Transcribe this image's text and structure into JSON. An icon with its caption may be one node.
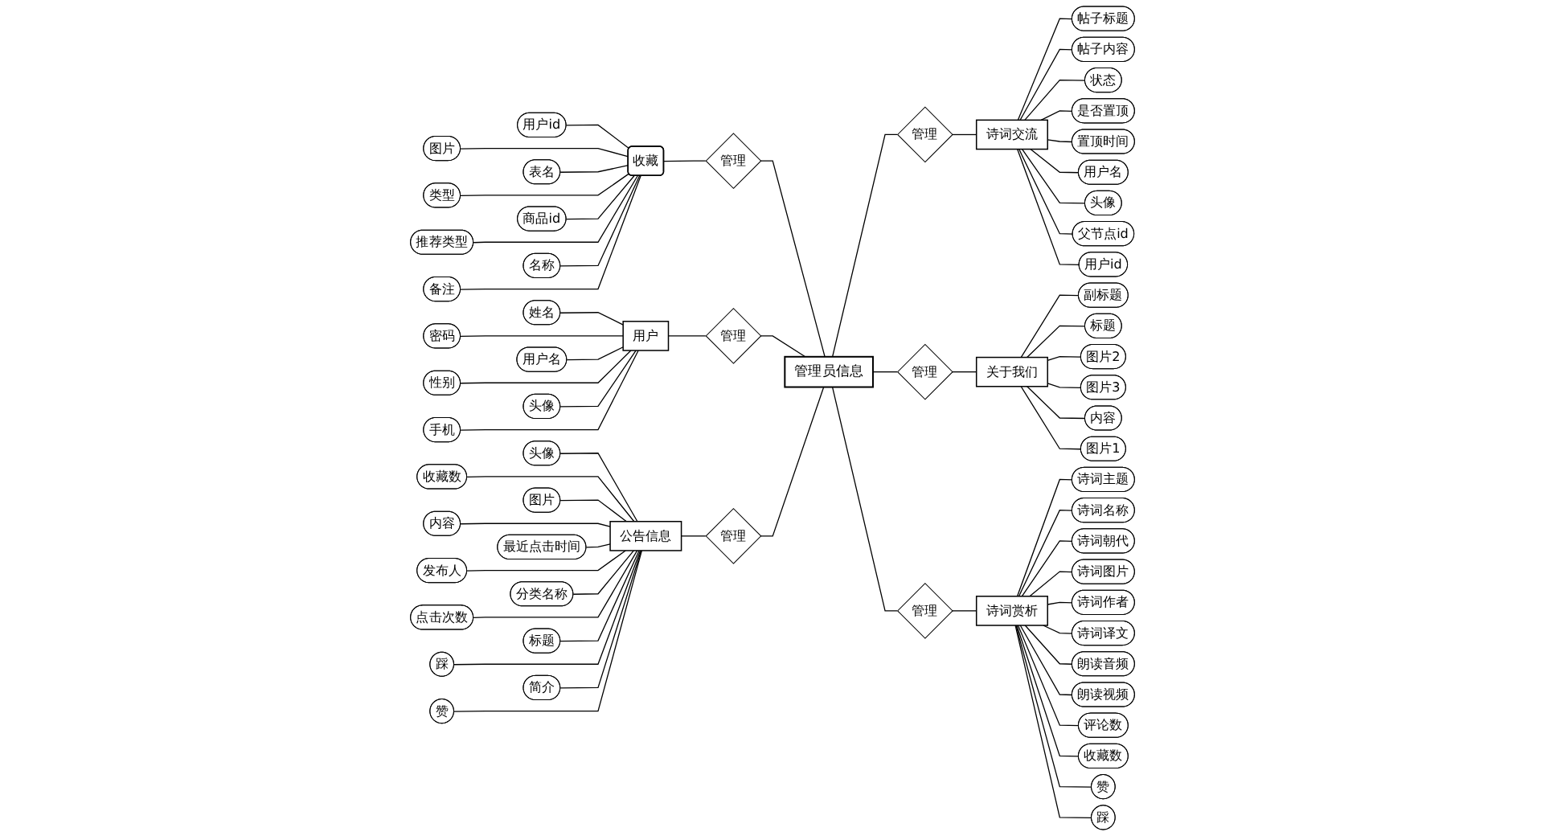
{
  "diagram": {
    "nodes": [
      {
        "text": [
          "收藏"
        ]
      },
      {
        "text": [
          "用户id"
        ]
      },
      {
        "text": [
          "图片"
        ]
      },
      {
        "text": [
          "表名"
        ]
      },
      {
        "text": [
          "类型"
        ]
      },
      {
        "text": [
          "商品id"
        ]
      },
      {
        "text": [
          "推荐类型"
        ]
      },
      {
        "text": [
          "名称"
        ]
      },
      {
        "text": [
          "备注"
        ]
      },
      {
        "text": [
          "诗词交流"
        ]
      },
      {
        "text": [
          "帖子标题"
        ]
      },
      {
        "text": [
          "帖子内容"
        ]
      },
      {
        "text": [
          "状态"
        ]
      },
      {
        "text": [
          "是否置顶"
        ]
      },
      {
        "text": [
          "置顶时间"
        ]
      },
      {
        "text": [
          "用户名"
        ]
      },
      {
        "text": [
          "头像"
        ]
      },
      {
        "text": [
          "父节点id"
        ]
      },
      {
        "text": [
          "用户id"
        ]
      },
      {
        "text": [
          "用户"
        ]
      },
      {
        "text": [
          "姓名"
        ]
      },
      {
        "text": [
          "密码"
        ]
      },
      {
        "text": [
          "用户名"
        ]
      },
      {
        "text": [
          "性别"
        ]
      },
      {
        "text": [
          "头像"
        ]
      },
      {
        "text": [
          "手机"
        ]
      },
      {
        "text": [
          "管理"
        ]
      },
      {
        "text": [
          "管理"
        ]
      },
      {
        "text": [
          "管理"
        ]
      },
      {
        "text": [
          "管理员信息"
        ]
      },
      {
        "text": [
          "公告信息"
        ]
      },
      {
        "text": [
          "头像"
        ]
      },
      {
        "text": [
          "收藏数"
        ]
      },
      {
        "text": [
          "图片"
        ]
      },
      {
        "text": [
          "内容"
        ]
      },
      {
        "text": [
          "最近点击时间"
        ]
      },
      {
        "text": [
          "发布人"
        ]
      },
      {
        "text": [
          "分类名称"
        ]
      },
      {
        "text": [
          "点击次数"
        ]
      },
      {
        "text": [
          "标题"
        ]
      },
      {
        "text": [
          "踩"
        ]
      },
      {
        "text": [
          "简介"
        ]
      },
      {
        "text": [
          "赞"
        ]
      },
      {
        "text": [
          "管理"
        ]
      },
      {
        "text": [
          "管理"
        ]
      },
      {
        "text": [
          "关于我们"
        ]
      },
      {
        "text": [
          "副标题"
        ]
      },
      {
        "text": [
          "标题"
        ]
      },
      {
        "text": [
          "图片2"
        ]
      },
      {
        "text": [
          "图片3"
        ]
      },
      {
        "text": [
          "内容"
        ]
      },
      {
        "text": [
          "图片1"
        ]
      },
      {
        "text": [
          "管理"
        ]
      },
      {
        "text": [
          "诗词赏析"
        ]
      },
      {
        "text": [
          "诗词主题"
        ]
      },
      {
        "text": [
          "诗词名称"
        ]
      },
      {
        "text": [
          "诗词朝代"
        ]
      },
      {
        "text": [
          "诗词图片"
        ]
      },
      {
        "text": [
          "诗词作者"
        ]
      },
      {
        "text": [
          "诗词译文"
        ]
      },
      {
        "text": [
          "朗读音频"
        ]
      },
      {
        "text": [
          "朗读视频"
        ]
      },
      {
        "text": [
          "评论数"
        ]
      },
      {
        "text": [
          "收藏数"
        ]
      },
      {
        "text": [
          "赞"
        ]
      },
      {
        "text": [
          "踩"
        ]
      }
    ],
    "edges": [
      {
        "from": 1,
        "to": 0,
        "arrow": "none"
      },
      {
        "from": 2,
        "to": 0,
        "arrow": "none"
      },
      {
        "from": 3,
        "to": 0,
        "arrow": "none"
      },
      {
        "from": 4,
        "to": 0,
        "arrow": "none"
      },
      {
        "from": 5,
        "to": 0,
        "arrow": "none"
      },
      {
        "from": 6,
        "to": 0,
        "arrow": "none"
      },
      {
        "from": 7,
        "to": 0,
        "arrow": "none"
      },
      {
        "from": 8,
        "to": 0,
        "arrow": "none"
      },
      {
        "from": 0,
        "to": 26,
        "arrow": "none"
      },
      {
        "from": 26,
        "to": 29,
        "arrow": "none"
      },
      {
        "from": 20,
        "to": 19,
        "arrow": "none"
      },
      {
        "from": 21,
        "to": 19,
        "arrow": "none"
      },
      {
        "from": 22,
        "to": 19,
        "arrow": "none"
      },
      {
        "from": 23,
        "to": 19,
        "arrow": "none"
      },
      {
        "from": 24,
        "to": 19,
        "arrow": "none"
      },
      {
        "from": 25,
        "to": 19,
        "arrow": "none"
      },
      {
        "from": 19,
        "to": 27,
        "arrow": "none"
      },
      {
        "from": 27,
        "to": 29,
        "arrow": "none"
      },
      {
        "from": 31,
        "to": 30,
        "arrow": "none"
      },
      {
        "from": 32,
        "to": 30,
        "arrow": "none"
      },
      {
        "from": 33,
        "to": 30,
        "arrow": "none"
      },
      {
        "from": 34,
        "to": 30,
        "arrow": "none"
      },
      {
        "from": 35,
        "to": 30,
        "arrow": "none"
      },
      {
        "from": 36,
        "to": 30,
        "arrow": "none"
      },
      {
        "from": 37,
        "to": 30,
        "arrow": "none"
      },
      {
        "from": 38,
        "to": 30,
        "arrow": "none"
      },
      {
        "from": 39,
        "to": 30,
        "arrow": "none"
      },
      {
        "from": 40,
        "to": 30,
        "arrow": "none"
      },
      {
        "from": 41,
        "to": 30,
        "arrow": "none"
      },
      {
        "from": 42,
        "to": 30,
        "arrow": "none"
      },
      {
        "from": 30,
        "to": 43,
        "arrow": "none"
      },
      {
        "from": 43,
        "to": 29,
        "arrow": "none"
      },
      {
        "from": 29,
        "to": 28,
        "arrow": "none"
      },
      {
        "from": 28,
        "to": 9,
        "arrow": "none"
      },
      {
        "from": 9,
        "to": 10,
        "arrow": "none"
      },
      {
        "from": 9,
        "to": 11,
        "arrow": "none"
      },
      {
        "from": 9,
        "to": 12,
        "arrow": "none"
      },
      {
        "from": 9,
        "to": 13,
        "arrow": "none"
      },
      {
        "from": 9,
        "to": 14,
        "arrow": "none"
      },
      {
        "from": 9,
        "to": 15,
        "arrow": "none"
      },
      {
        "from": 9,
        "to": 16,
        "arrow": "none"
      },
      {
        "from": 9,
        "to": 17,
        "arrow": "none"
      },
      {
        "from": 9,
        "to": 18,
        "arrow": "none"
      },
      {
        "from": 29,
        "to": 44,
        "arrow": "none"
      },
      {
        "from": 44,
        "to": 45,
        "arrow": "none"
      },
      {
        "from": 45,
        "to": 46,
        "arrow": "none"
      },
      {
        "from": 45,
        "to": 47,
        "arrow": "none"
      },
      {
        "from": 45,
        "to": 48,
        "arrow": "none"
      },
      {
        "from": 45,
        "to": 49,
        "arrow": "none"
      },
      {
        "from": 45,
        "to": 50,
        "arrow": "none"
      },
      {
        "from": 45,
        "to": 51,
        "arrow": "none"
      },
      {
        "from": 29,
        "to": 52,
        "arrow": "none"
      },
      {
        "from": 52,
        "to": 53,
        "arrow": "none"
      },
      {
        "from": 53,
        "to": 54,
        "arrow": "none"
      },
      {
        "from": 53,
        "to": 55,
        "arrow": "none"
      },
      {
        "from": 53,
        "to": 56,
        "arrow": "none"
      },
      {
        "from": 53,
        "to": 57,
        "arrow": "none"
      },
      {
        "from": 53,
        "to": 58,
        "arrow": "none"
      },
      {
        "from": 53,
        "to": 59,
        "arrow": "none"
      },
      {
        "from": 53,
        "to": 60,
        "arrow": "none"
      },
      {
        "from": 53,
        "to": 61,
        "arrow": "none"
      },
      {
        "from": 53,
        "to": 62,
        "arrow": "none"
      },
      {
        "from": 53,
        "to": 63,
        "arrow": "none"
      },
      {
        "from": 53,
        "to": 64,
        "arrow": "none"
      },
      {
        "from": 53,
        "to": 65,
        "arrow": "none"
      }
    ]
  }
}
